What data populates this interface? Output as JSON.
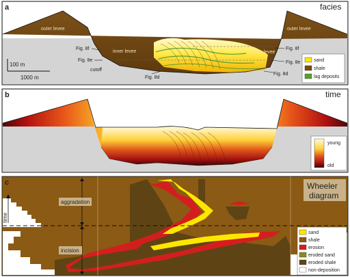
{
  "panels": {
    "a": {
      "letter": "a",
      "title": "facies",
      "labels": {
        "outer_levee_left": "outer levee",
        "outer_levee_right": "outer levee",
        "inner_levee_left": "inner levee",
        "inner_levee_right": "inner levee",
        "cutoff": "cutoff",
        "fig8f_left": "Fig. 8f",
        "fig8e_left": "Fig. 8e",
        "fig8d_left": "Fig. 8d",
        "fig8f_right": "Fig. 8f",
        "fig8e_right": "Fig. 8e",
        "fig8d_right": "Fig. 8d"
      },
      "scale": {
        "vertical": "100 m",
        "horizontal": "1000 m"
      },
      "legend": [
        {
          "label": "sand",
          "color": "#ffe600"
        },
        {
          "label": "shale",
          "color": "#7a4a10"
        },
        {
          "label": "lag deposits",
          "color": "#5aa02c"
        }
      ]
    },
    "b": {
      "letter": "b",
      "title": "time",
      "legend": {
        "top": "young",
        "bottom": "old"
      }
    },
    "c": {
      "letter": "c",
      "title_line1": "Wheeler",
      "title_line2": "diagram",
      "axis_label": "time",
      "aggradation": "aggradation",
      "incision": "incision",
      "legend": [
        {
          "label": "sand",
          "color": "#ffe600"
        },
        {
          "label": "shale",
          "color": "#8b5a14"
        },
        {
          "label": "erosion",
          "color": "#d41e1e"
        },
        {
          "label": "eroded sand",
          "color": "#8a8a1e"
        },
        {
          "label": "eroded shale",
          "color": "#5e4414"
        },
        {
          "label": "non-deposition",
          "color": "#ffffff"
        }
      ]
    }
  }
}
